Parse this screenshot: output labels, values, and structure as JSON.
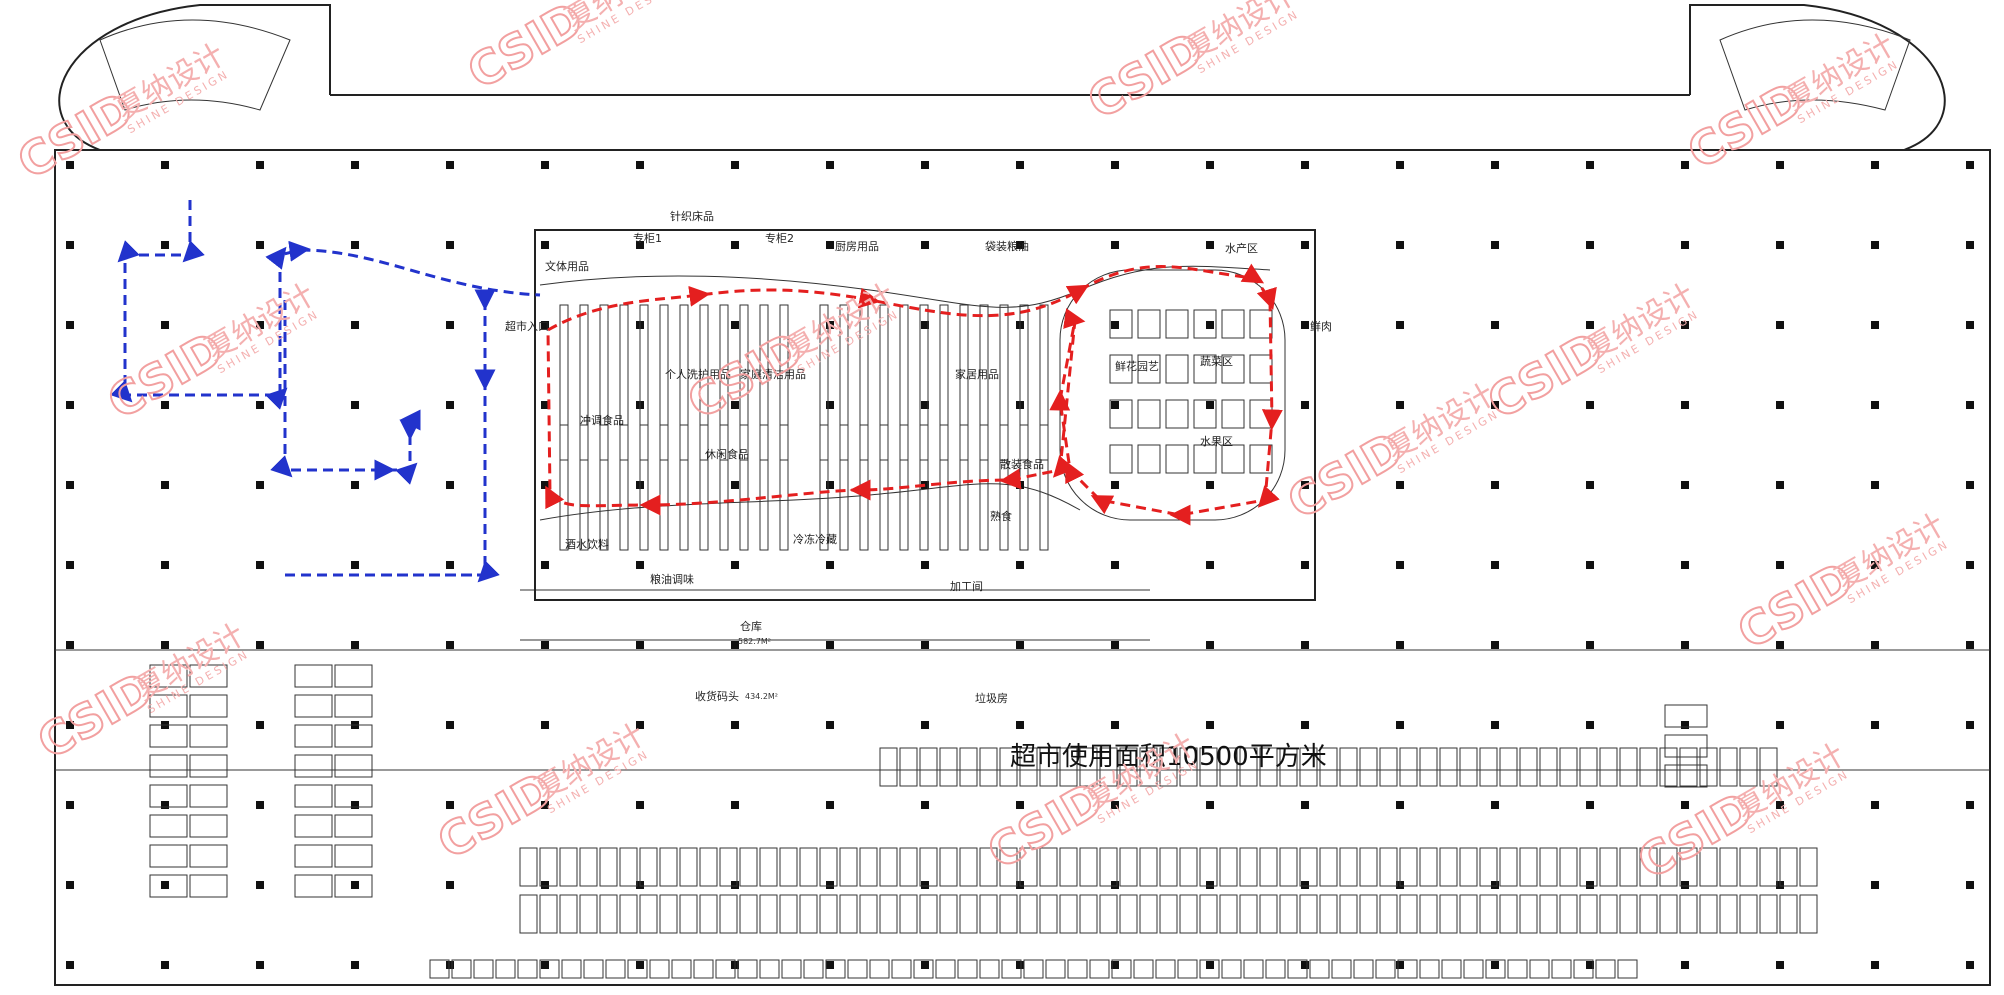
{
  "plan": {
    "area_note": "超市使用面积10500平方米",
    "entrance": "超市入口",
    "zones": {
      "stationery": "文体用品",
      "counter1": "专柜1",
      "bedding": "针织床品",
      "counter2": "专柜2",
      "kitchen": "厨房用品",
      "bagged_grain": "袋装粮油",
      "seafood": "水产区",
      "meat": "鲜肉",
      "personal_care": "个人洗护用品",
      "cleaning": "家庭清洁用品",
      "household": "家居用品",
      "beverage_instant": "冲调食品",
      "snacks": "休闲食品",
      "packaged_food": "散装食品",
      "frozen": "冷冻冷藏",
      "wine": "酒水饮料",
      "grain_seasoning": "粮油调味",
      "flowers": "鲜花园艺",
      "vegetables": "蔬菜区",
      "fruit": "水果区",
      "deli": "熟食",
      "processing": "加工间",
      "warehouse": "仓库",
      "warehouse_area": "582.7M²",
      "dock": "收货码头",
      "dock_area": "434.2M²",
      "garbage": "垃圾房"
    }
  },
  "watermark": {
    "logo": "CSID",
    "cn": "夏纳设计",
    "en": "SHINE DESIGN"
  },
  "colors": {
    "shopping_route": "#e41f1f",
    "entry_route": "#2233cc",
    "watermark": "#f2a0a0"
  }
}
